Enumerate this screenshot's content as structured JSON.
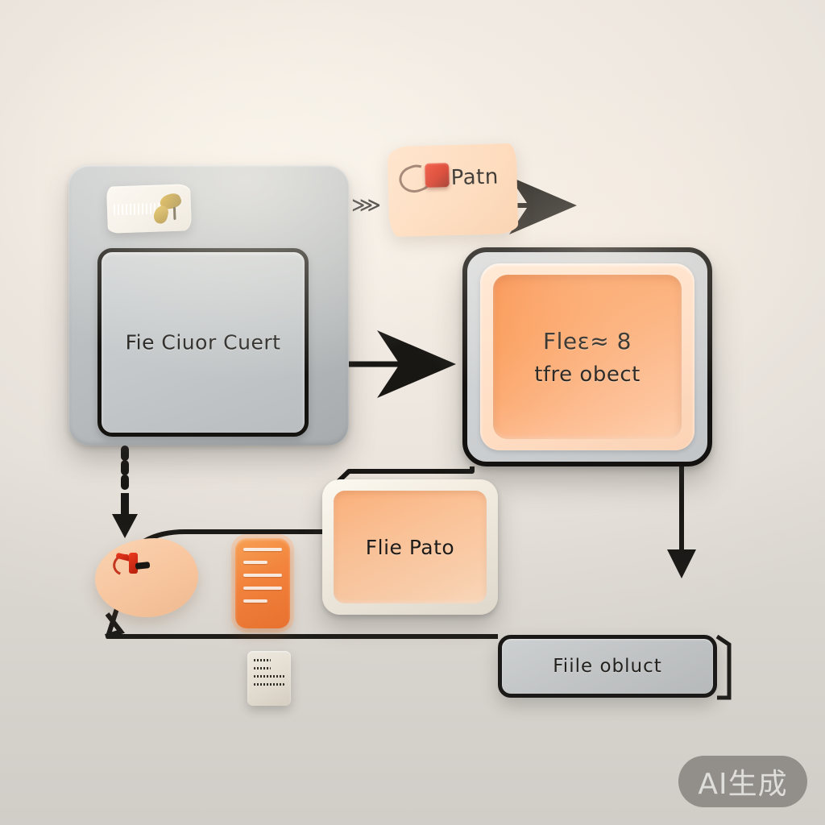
{
  "scene": {
    "title": "File path flow diagram (AI-generated 3D style)",
    "background_color": "#efe9e1",
    "watermark": {
      "label": "AI生成"
    }
  },
  "nodes": {
    "gray_card": {
      "name": "gray-outer-card",
      "color": "#b8bcbe",
      "inner_label": "Fie Ciuor  Cuert",
      "tag": {
        "name": "white-gold-tag",
        "label": ""
      }
    },
    "orange_card": {
      "name": "orange-nested-card",
      "frame_color": "#ffddc3",
      "inner_color": "#fb9b58",
      "line1": "Flеε≈ 8",
      "line2": "tfre obect"
    },
    "path_label": {
      "name": "peach-path-label",
      "text": "Patn",
      "icon_color": "#d32410"
    },
    "filepath_card": {
      "name": "file-path-card",
      "text": "Flie Pato",
      "frame_color": "#f3ece0",
      "inner_color": "#fdc194"
    },
    "fileobj_bar": {
      "name": "file-object-bar",
      "text": "Fiile  obluct",
      "color": "#c7cacc"
    }
  },
  "icons": {
    "blob": {
      "name": "peach-blob-clip-icon",
      "accent": "#d32410"
    },
    "list": {
      "name": "orange-list-card-icon",
      "rows": 5,
      "color": "#f7833a"
    },
    "chip": {
      "name": "white-chip-label-icon",
      "lines": 4,
      "color": "#ece5d8"
    },
    "squiggle_top": {
      "name": "zigzag-glyph",
      "glyph": "∳"
    }
  },
  "connectors": [
    {
      "name": "arrow-gray-to-path",
      "from": "gray_card",
      "to": "path_label",
      "style": "solid",
      "direction": "right"
    },
    {
      "name": "arrow-gray-to-orange",
      "from": "gray_card",
      "to": "orange_card",
      "style": "solid",
      "direction": "right"
    },
    {
      "name": "arrow-gray-down-dotted",
      "from": "gray_card",
      "to": "blob",
      "style": "dotted",
      "direction": "down"
    },
    {
      "name": "arrow-orange-down",
      "from": "orange_card",
      "to": "fileobj_bar",
      "style": "solid",
      "direction": "down"
    },
    {
      "name": "line-filepath-to-orange",
      "from": "filepath_card",
      "to": "orange_card",
      "style": "solid",
      "direction": "up-right"
    },
    {
      "name": "line-bottom-rail",
      "from": "blob",
      "to": "fileobj_bar",
      "style": "solid",
      "direction": "right"
    },
    {
      "name": "line-blob-to-filepath",
      "from": "blob",
      "to": "filepath_card",
      "style": "solid",
      "direction": "right"
    }
  ]
}
